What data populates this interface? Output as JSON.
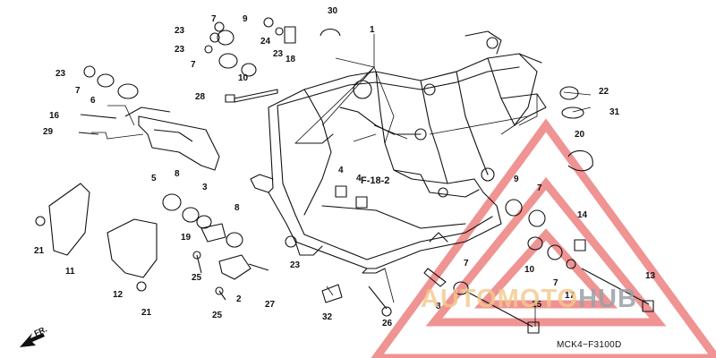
{
  "diagram": {
    "code": "MCK4−F3100D",
    "front_marker": "FR.",
    "reference": "F-18-2",
    "watermark": {
      "part1": "AUTOMOTO",
      "part2": "HUB",
      "color1": "#e8a24a",
      "color2": "#6b7680",
      "triangle_color": "#e23b3b"
    },
    "callouts": [
      "1",
      "2",
      "3",
      "4",
      "4",
      "5",
      "6",
      "7",
      "7",
      "7",
      "7",
      "7",
      "8",
      "8",
      "8",
      "9",
      "9",
      "10",
      "10",
      "11",
      "12",
      "13",
      "14",
      "15",
      "16",
      "17",
      "18",
      "19",
      "20",
      "21",
      "21",
      "22",
      "23",
      "23",
      "23",
      "23",
      "23",
      "24",
      "25",
      "25",
      "26",
      "27",
      "28",
      "29",
      "30",
      "31",
      "32"
    ]
  }
}
